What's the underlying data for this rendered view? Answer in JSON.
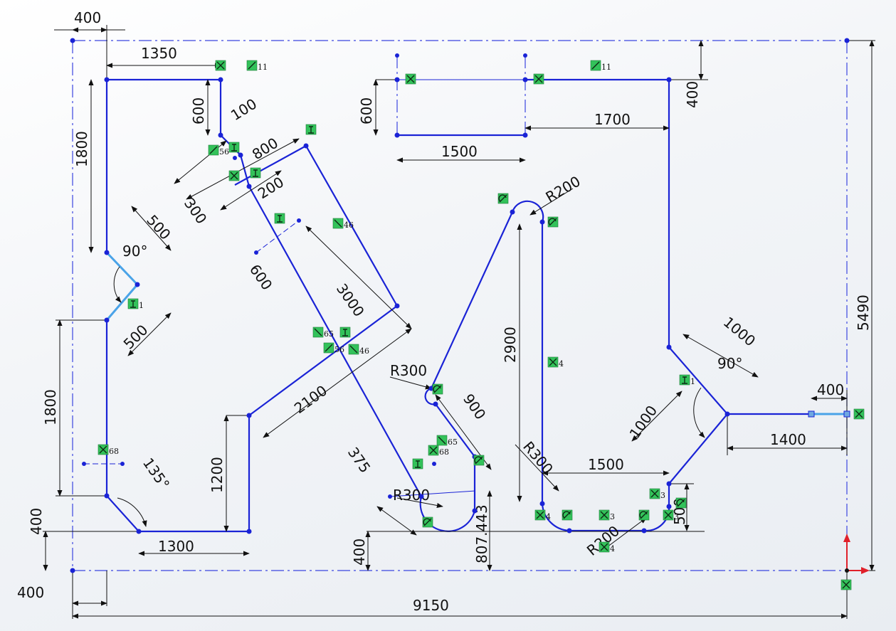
{
  "colors": {
    "geometry": "#1a23d6",
    "highlight": "#4aa3e8",
    "construction": "#3b45e0",
    "dimension": "#111111",
    "relation_badge": "#33c25a",
    "vertex": "#1a23d6",
    "origin_red": "#e0202a"
  },
  "dimensions": [
    {
      "id": "d400_topleft",
      "text": "400"
    },
    {
      "id": "d1350",
      "text": "1350"
    },
    {
      "id": "d1800_left",
      "text": "1800"
    },
    {
      "id": "d600_a",
      "text": "600"
    },
    {
      "id": "d100",
      "text": "100"
    },
    {
      "id": "d800",
      "text": "800"
    },
    {
      "id": "d300_a",
      "text": "300"
    },
    {
      "id": "d200",
      "text": "200"
    },
    {
      "id": "d600_b",
      "text": "600"
    },
    {
      "id": "d500_a",
      "text": "500"
    },
    {
      "id": "d90_a",
      "text": "90°"
    },
    {
      "id": "d500_b",
      "text": "500"
    },
    {
      "id": "d3000",
      "text": "3000"
    },
    {
      "id": "d600_c",
      "text": "600"
    },
    {
      "id": "d1500_top",
      "text": "1500"
    },
    {
      "id": "d1700",
      "text": "1700"
    },
    {
      "id": "d400_right",
      "text": "400"
    },
    {
      "id": "dR200",
      "text": "R200"
    },
    {
      "id": "d2900",
      "text": "2900"
    },
    {
      "id": "d5490",
      "text": "5490"
    },
    {
      "id": "d1000_a",
      "text": "1000"
    },
    {
      "id": "d90_b",
      "text": "90°"
    },
    {
      "id": "d1000_b",
      "text": "1000"
    },
    {
      "id": "d400_mid",
      "text": "400"
    },
    {
      "id": "d1400",
      "text": "1400"
    },
    {
      "id": "d2100",
      "text": "2100"
    },
    {
      "id": "dR300_a",
      "text": "R300"
    },
    {
      "id": "d900",
      "text": "900"
    },
    {
      "id": "d1800_b",
      "text": "1800"
    },
    {
      "id": "d135",
      "text": "135°"
    },
    {
      "id": "d1200",
      "text": "1200"
    },
    {
      "id": "d375",
      "text": "375"
    },
    {
      "id": "dR300_b",
      "text": "R300"
    },
    {
      "id": "dR300_c",
      "text": "R300"
    },
    {
      "id": "d1500_mid",
      "text": "1500"
    },
    {
      "id": "d500_c",
      "text": "500"
    },
    {
      "id": "dR200_b",
      "text": "R200"
    },
    {
      "id": "d400_left2",
      "text": "400"
    },
    {
      "id": "d1300",
      "text": "1300"
    },
    {
      "id": "d400_bot",
      "text": "400"
    },
    {
      "id": "d807",
      "text": "807.443"
    },
    {
      "id": "d400_bl",
      "text": "400"
    },
    {
      "id": "d9150",
      "text": "9150"
    }
  ],
  "relations": [
    {
      "id": "r11_a",
      "text": "11"
    },
    {
      "id": "r11_b",
      "text": "11"
    },
    {
      "id": "r56",
      "text": "56"
    },
    {
      "id": "r46",
      "text": "46"
    },
    {
      "id": "r1_a",
      "text": "1"
    },
    {
      "id": "r65",
      "text": "65"
    },
    {
      "id": "r56_b",
      "text": "56"
    },
    {
      "id": "r46_b",
      "text": "46"
    },
    {
      "id": "r4_a",
      "text": "4"
    },
    {
      "id": "r1_b",
      "text": "1"
    },
    {
      "id": "r68",
      "text": "68"
    },
    {
      "id": "r65_b",
      "text": "65"
    },
    {
      "id": "r68_b",
      "text": "68"
    },
    {
      "id": "r4_b",
      "text": "4"
    },
    {
      "id": "r3_a",
      "text": "3"
    },
    {
      "id": "r3_b",
      "text": "3"
    },
    {
      "id": "r3_c",
      "text": "3"
    },
    {
      "id": "r4_c",
      "text": "4"
    }
  ]
}
